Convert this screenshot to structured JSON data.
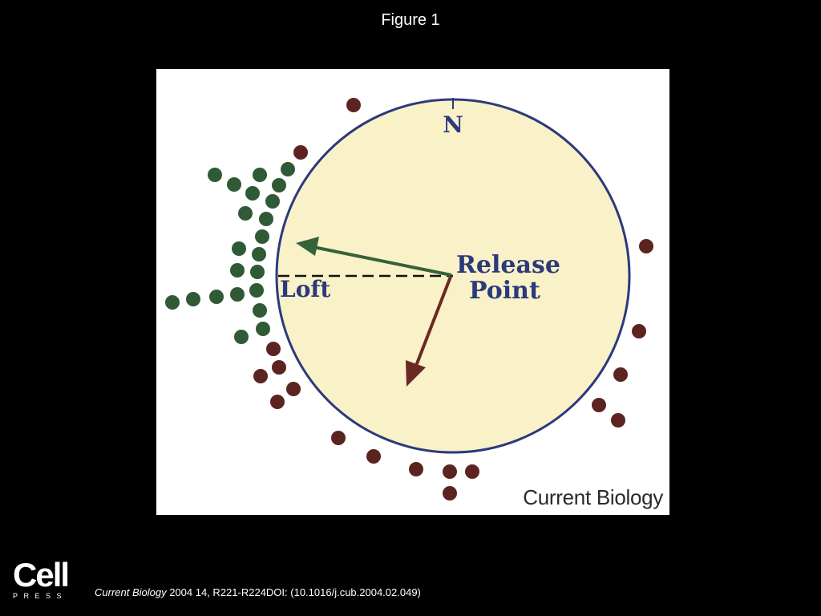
{
  "figure": {
    "title": "Figure 1"
  },
  "diagram": {
    "compass_label": "N",
    "release_label_line1": "Release",
    "release_label_line2": "Point",
    "loft_label": "Loft",
    "journal_tag": "Current Biology",
    "colors": {
      "circle_fill": "#f9f1c8",
      "circle_stroke": "#2b3a7c",
      "green_dots": "#2f5a35",
      "brown_dots": "#5c2420",
      "green_arrow": "#356239",
      "brown_arrow": "#6a2a24",
      "label_text": "#2b3a7c"
    }
  },
  "footer": {
    "logo_word": "Cell",
    "logo_sub": "PRESS",
    "citation_journal": "Current Biology",
    "citation_rest": " 2004 14, R221-R224DOI: (10.1016/j.cub.2004.02.049)"
  }
}
